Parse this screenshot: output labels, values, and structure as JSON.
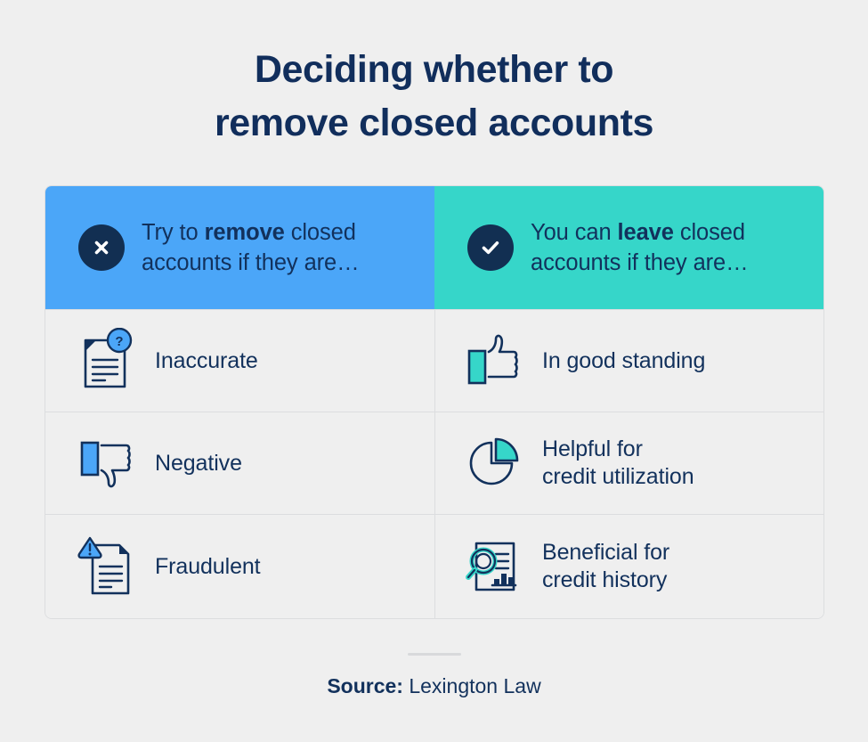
{
  "title": {
    "line1": "Deciding whether to",
    "line2": "remove closed accounts"
  },
  "colors": {
    "page_background": "#efefef",
    "navy": "#12315c",
    "blue": "#4ba6f8",
    "teal": "#36d6c9",
    "border": "#dcdddf"
  },
  "table": {
    "headers": [
      {
        "icon": "x-mark-icon",
        "text_before": "Try to ",
        "text_bold": "remove",
        "text_after": " closed accounts if they are…",
        "line1_before": "Try to ",
        "line1_bold": "remove",
        "line1_after": " closed",
        "line2": "accounts if they are…",
        "background": "#4ba6f8"
      },
      {
        "icon": "check-mark-icon",
        "text_before": "You can ",
        "text_bold": "leave",
        "text_after": " closed accounts if they are…",
        "line1_before": "You can ",
        "line1_bold": "leave",
        "line1_after": " closed",
        "line2": "accounts if they are…",
        "background": "#36d6c9"
      }
    ],
    "rows": [
      {
        "left": {
          "icon": "document-question-icon",
          "line1": "Inaccurate",
          "line2": ""
        },
        "right": {
          "icon": "thumbs-up-icon",
          "line1": "In good standing",
          "line2": ""
        }
      },
      {
        "left": {
          "icon": "thumbs-down-icon",
          "line1": "Negative",
          "line2": ""
        },
        "right": {
          "icon": "pie-chart-icon",
          "line1": "Helpful for",
          "line2": "credit utilization"
        }
      },
      {
        "left": {
          "icon": "document-warning-icon",
          "line1": "Fraudulent",
          "line2": ""
        },
        "right": {
          "icon": "document-magnifier-icon",
          "line1": "Beneficial for",
          "line2": "credit history"
        }
      }
    ]
  },
  "footer": {
    "source_label": "Source:",
    "source_value": "Lexington Law"
  }
}
